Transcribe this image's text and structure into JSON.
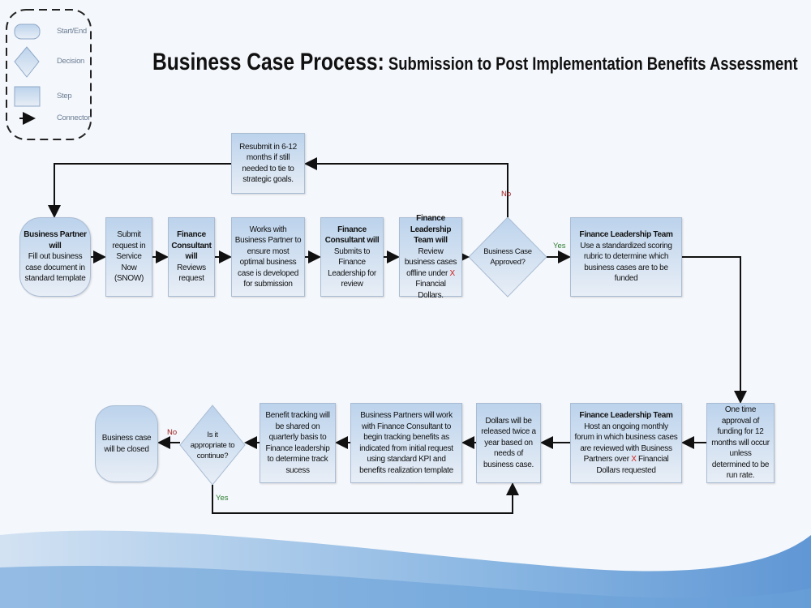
{
  "title": {
    "main": "Business Case Process:",
    "sub": " Submission to Post Implementation Benefits Assessment"
  },
  "legend": {
    "start_end": "Start/End",
    "decision": "Decision",
    "step": "Step",
    "connector": "Connector"
  },
  "row1": {
    "start": {
      "bold": "Business Partner will",
      "text": "Fill out business case document in standard template"
    },
    "s2": {
      "text": "Submit request in Service Now (SNOW)"
    },
    "s3": {
      "bold": "Finance Consultant will",
      "text": " Reviews request"
    },
    "s4": {
      "text": "Works with Business Partner to ensure most optimal business case is developed for submission"
    },
    "s5": {
      "bold": "Finance Consultant will",
      "text": " Submits to Finance Leadership for review"
    },
    "s6": {
      "bold": "Finance Leadership Team will",
      "text": " Review business cases offline under ",
      "red": "X",
      "text2": " Financial Dollars."
    },
    "decision": {
      "text": "Business Case Approved?"
    },
    "s7": {
      "bold": "Finance Leadership Team",
      "text": " Use a standardized scoring rubric to determine which business cases are to be funded"
    }
  },
  "resubmit": {
    "text": "Resubmit in 6-12 months if still needed to tie to strategic goals."
  },
  "row2": {
    "s8": {
      "text": "One time approval of funding for 12 months will occur unless determined to be run rate."
    },
    "s9": {
      "bold": "Finance Leadership Team",
      "text": " Host an ongoing monthly forum in which business cases are reviewed with Business Partners over ",
      "red": "X",
      "text2": " Financial Dollars requested"
    },
    "s10": {
      "text": "Dollars will be released twice a year based on needs of business case."
    },
    "s11": {
      "text": "Business Partners will work with Finance Consultant to begin tracking benefits as indicated from initial request using standard KPI and benefits realization template"
    },
    "s12": {
      "text": "Benefit tracking will be shared on quarterly basis to Finance leadership to determine track sucess"
    },
    "decision": {
      "text": "Is it appropriate to continue?"
    },
    "end": {
      "text": "Business case will be closed"
    }
  },
  "labels": {
    "approved_no": "No",
    "approved_yes": "Yes",
    "continue_no": "No",
    "continue_yes": "Yes"
  },
  "colors": {
    "box_top": "#bcd3ec",
    "box_bottom": "#e8eef6",
    "no": "#9b1b1b",
    "yes": "#2e7d32",
    "highlight": "#d0201a",
    "wave": "#5b93cf"
  }
}
